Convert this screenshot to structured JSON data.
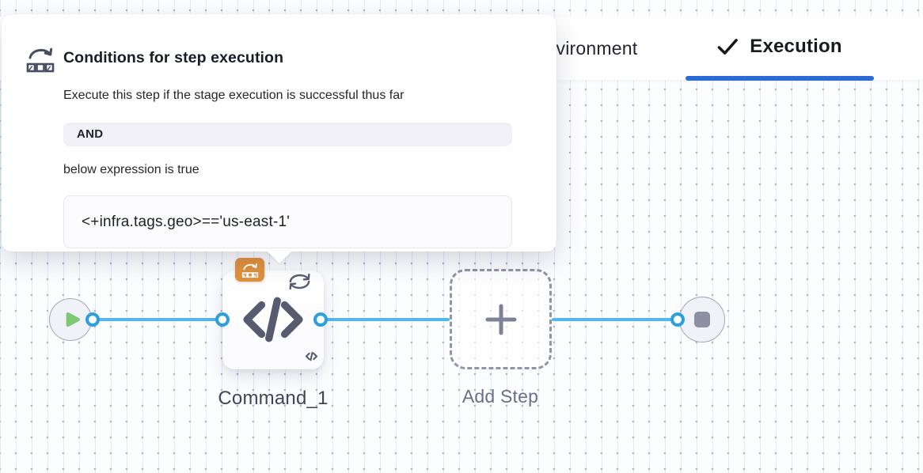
{
  "tabs": [
    {
      "label": "Environment",
      "active": false
    },
    {
      "label": "Execution",
      "active": true,
      "icon": "check"
    }
  ],
  "popover": {
    "icon": "conditional-execution",
    "title": "Conditions for step execution",
    "description": "Execute this step if the stage execution is successful thus far",
    "operator": "AND",
    "condition_intro": "below expression is true",
    "expression": "<+infra.tags.geo>=='us-east-1'"
  },
  "pipeline": {
    "start_node": {
      "icon": "play"
    },
    "steps": [
      {
        "name": "Command_1",
        "type": "command",
        "icon": "code",
        "badges": [
          "conditional-execution"
        ],
        "decorators": [
          "loop"
        ]
      },
      {
        "name": "Add Step",
        "type": "add-step",
        "icon": "plus"
      }
    ],
    "end_node": {
      "icon": "stop"
    }
  },
  "colors": {
    "connector_blue": "#54b8e8",
    "port_ring_blue": "#2d9fe0",
    "tab_indicator_blue": "#2c6bd3",
    "conditional_badge_orange": "#e0913c",
    "play_green": "#7ccb74",
    "node_icon_slate": "#565b6f",
    "canvas_background": "#fcfdff"
  }
}
